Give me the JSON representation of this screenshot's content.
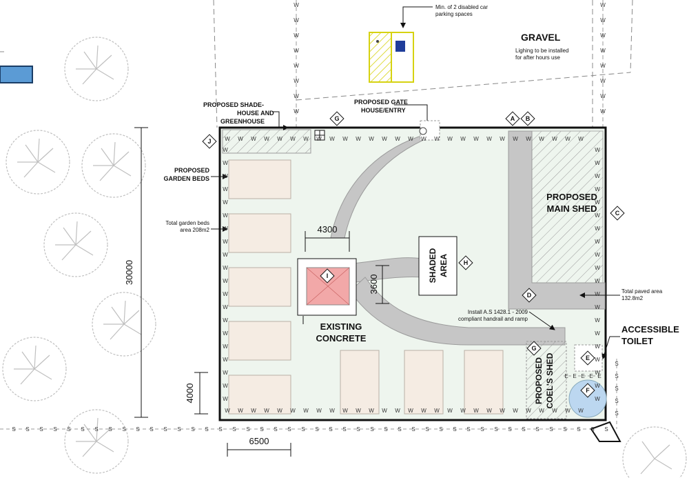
{
  "labels": {
    "disabled_parking": [
      "Min. of 2 disabled car",
      "parking spaces"
    ],
    "gravel": "GRAVEL",
    "lighting": [
      "Lighing to be installed",
      "for after hours use"
    ],
    "shadehouse": [
      "PROPOSED SHADE-",
      "HOUSE AND",
      "GREENHOUSE"
    ],
    "gatehouse": [
      "PROPOSED GATE",
      "HOUSE/ENTRY"
    ],
    "garden_beds": [
      "PROPOSED",
      "GARDEN BEDS"
    ],
    "garden_area": [
      "Total garden beds",
      "area 208m2"
    ],
    "main_shed": [
      "PROPOSED",
      "MAIN SHED"
    ],
    "shaded_area": [
      "SHADED",
      "AREA"
    ],
    "existing_concrete": [
      "EXISTING",
      "CONCRETE"
    ],
    "handrail": [
      "Install A.S 1428.1 - 2009",
      "compliant handrail and ramp"
    ],
    "paved_area": [
      "Total paved area",
      "132.8m2"
    ],
    "toilet": [
      "ACCESSIBLE",
      "TOILET"
    ],
    "coels_shed": [
      "PROPOSED",
      "COEL'S SHED"
    ]
  },
  "dimensions": {
    "height_total": "30000",
    "width_path": "4300",
    "ramp": "3600",
    "bed_width": "6500",
    "bed_height": "4000"
  },
  "markers": {
    "A": "A",
    "B": "B",
    "C": "C",
    "D": "D",
    "E": "E",
    "F": "F",
    "G1": "G",
    "G2": "G",
    "H": "H",
    "I": "I",
    "J": "J"
  },
  "line_symbols": {
    "water": "W",
    "sewer": "S",
    "electric": "E"
  },
  "colors": {
    "site_fill": "#eef5ee",
    "garden_bed": "#f5ece3",
    "path_grey": "#c6c6c6",
    "shed_hatch": "#9a9a9a",
    "concrete_pink": "#f2a8a8",
    "parking_yellow": "#e4e020",
    "parking_blue": "#1f3d9a",
    "toilet_circle": "#bcd7f0",
    "blue_tab": "#5b9bd5"
  }
}
